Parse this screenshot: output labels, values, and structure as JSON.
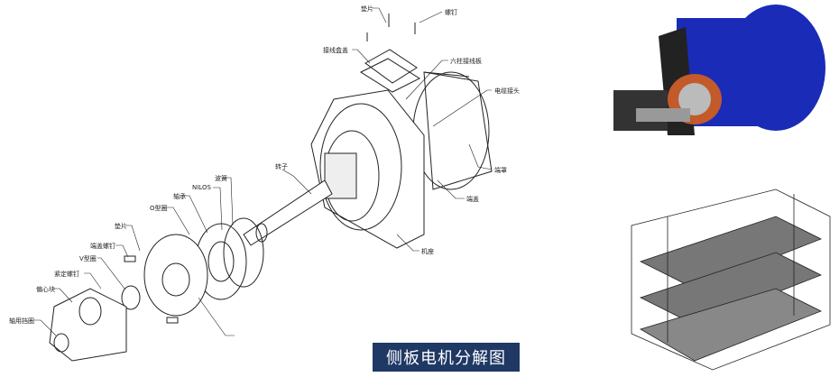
{
  "caption": "侧板电机分解图",
  "labels": {
    "washer_top": "垫片",
    "screw_top": "螺钉",
    "junction_cover": "接线盒盖",
    "terminal_board": "六柱接线板",
    "cable_gland": "电缆接头",
    "rotor": "转子",
    "end_hood": "端罩",
    "end_cover": "端盖",
    "frame": "机座",
    "wave_spring": "波簧",
    "nilos": "NILOS",
    "bearing": "轴承",
    "o_ring": "O型圈",
    "washer": "垫片",
    "cover_screw": "端盖螺钉",
    "v_ring": "V型圈",
    "set_screw": "紧定螺钉",
    "eccentric_block": "偏心块",
    "circlip": "轴用挡圈"
  },
  "colors": {
    "caption_bg": "#1f3864",
    "motor_blue": "#1a2bb8"
  }
}
